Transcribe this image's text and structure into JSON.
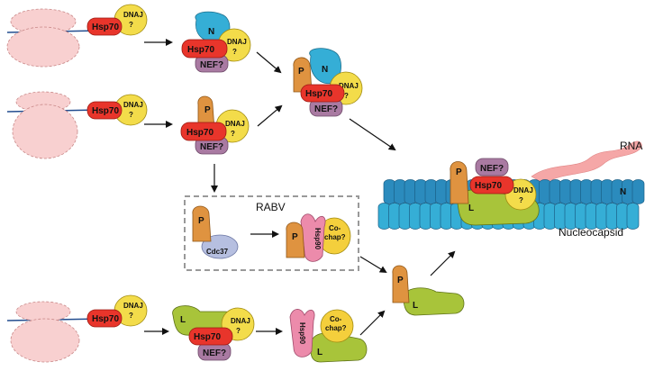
{
  "labels": {
    "hsp70": "Hsp70",
    "dnaj_line1": "DNAJ",
    "dnaj_line2": "?",
    "nef": "NEF?",
    "n": "N",
    "p": "P",
    "l": "L",
    "hsp90": "Hsp90",
    "cochap_line1": "Co-",
    "cochap_line2": "chap?",
    "cdc37": "Cdc37",
    "rabv": "RABV",
    "rna": "RNA",
    "nucleocapsid": "Nucleocapsid"
  },
  "colors": {
    "hsp70": "#e8352b",
    "dnaj": "#f3dc4a",
    "nef": "#a97aa2",
    "n_protein": "#35aed6",
    "p_protein": "#df9340",
    "l_protein": "#a8c43a",
    "hsp90": "#ec8bab",
    "cochap": "#f4cf3c",
    "cdc37": "#b6bfe0",
    "ribosome": "#f8d0d0",
    "mrna": "#234d8f",
    "rna": "#f5a7a7",
    "nucleocapsid": "#2e93cf",
    "dashed_box": "#999999"
  }
}
